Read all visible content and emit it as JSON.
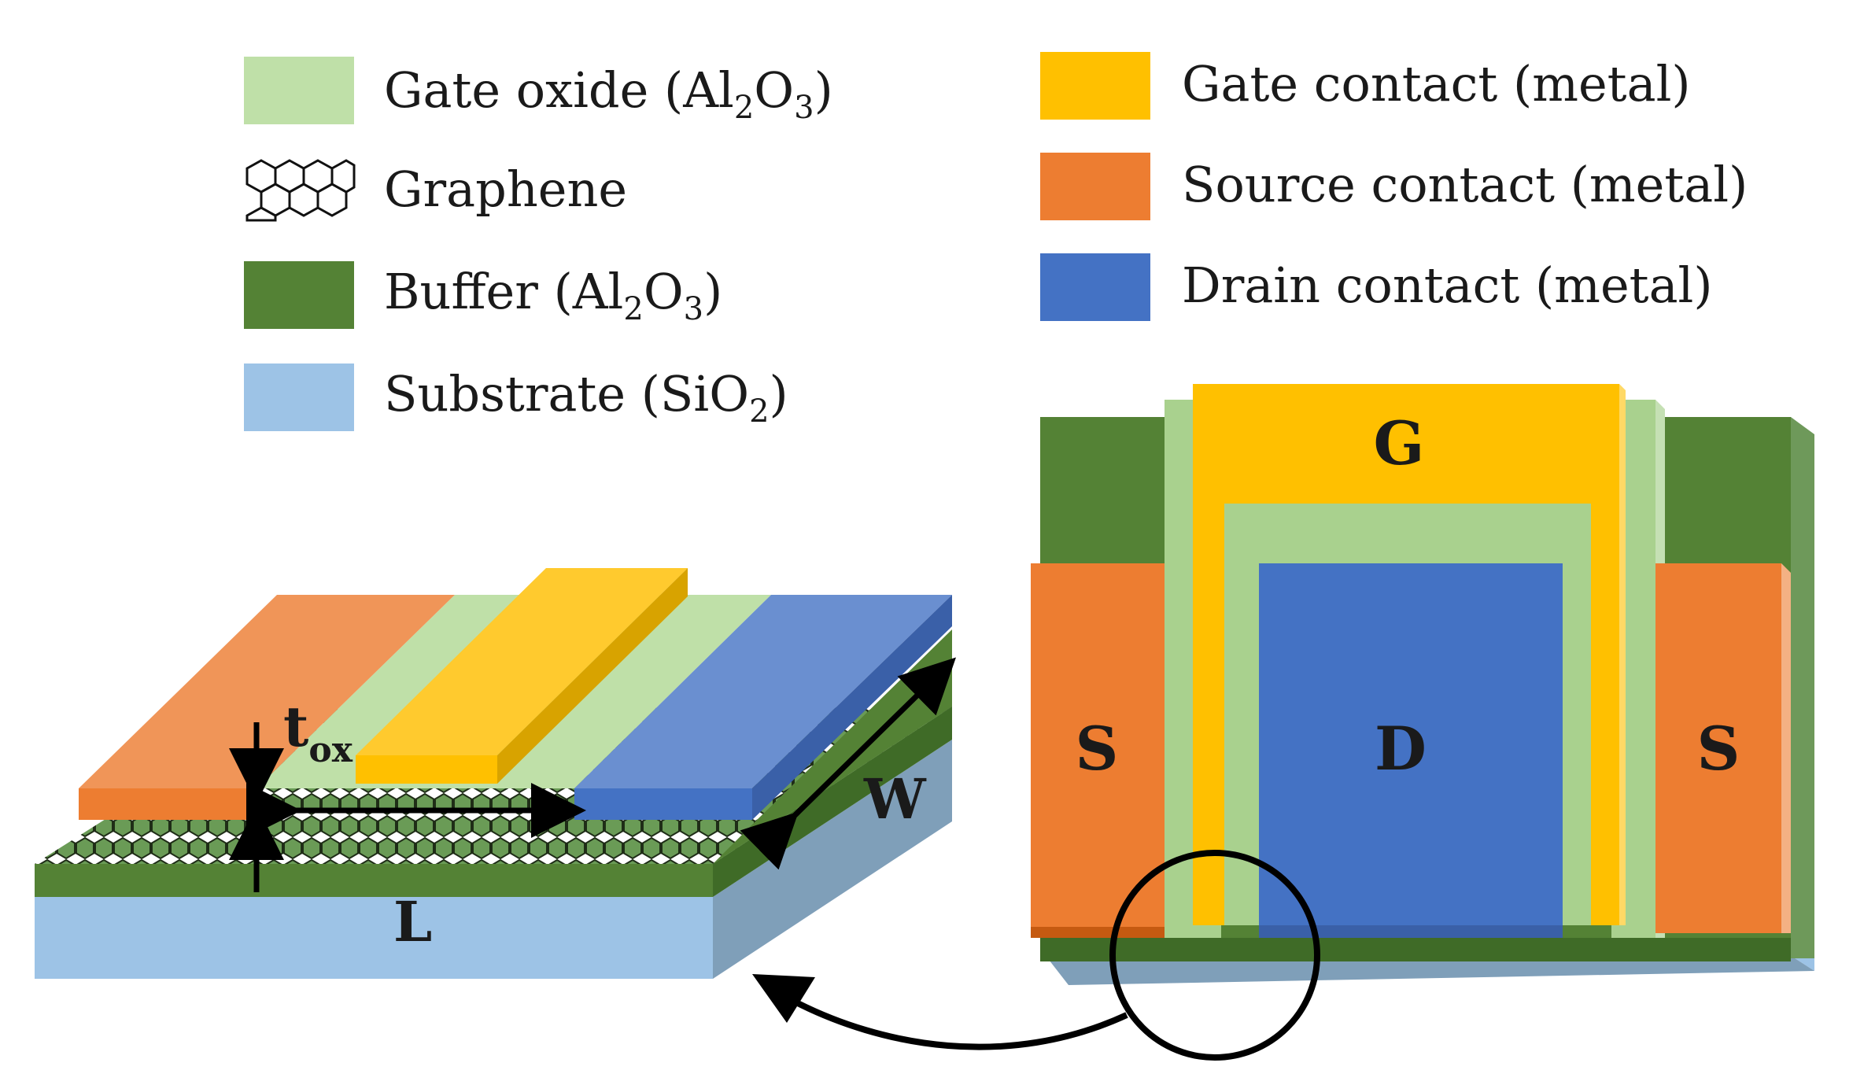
{
  "legend": {
    "left": [
      {
        "key": "gate_oxide",
        "label": "Gate oxide (Al",
        "sub1": "2",
        "mid": "O",
        "sub2": "3",
        "tail": ")",
        "color": "#bfe0a8"
      },
      {
        "key": "graphene",
        "label": "Graphene",
        "icon": "graphene-lattice-icon"
      },
      {
        "key": "buffer",
        "label": "Buffer (Al",
        "sub1": "2",
        "mid": "O",
        "sub2": "3",
        "tail": ")",
        "color": "#548235"
      },
      {
        "key": "substrate",
        "label": "Substrate (SiO",
        "sub1": "2",
        "tail": ")",
        "color": "#9dc3e6"
      }
    ],
    "right": [
      {
        "key": "gate_contact",
        "label": "Gate contact (metal)",
        "color": "#ffc000"
      },
      {
        "key": "source_contact",
        "label": "Source contact (metal)",
        "color": "#ed7d31"
      },
      {
        "key": "drain_contact",
        "label": "Drain contact (metal)",
        "color": "#4472c4"
      }
    ]
  },
  "device_3d": {
    "labels": {
      "t": "t",
      "t_sub": "ox",
      "length": "L",
      "width": "W"
    }
  },
  "top_view": {
    "labels": {
      "gate": "G",
      "source_left": "S",
      "drain": "D",
      "source_right": "S"
    }
  },
  "colors": {
    "gate_oxide": "#bfe0a8",
    "buffer": "#548235",
    "substrate": "#9dc3e6",
    "gate_contact": "#ffc000",
    "source_contact": "#ed7d31",
    "drain_contact": "#4472c4"
  }
}
